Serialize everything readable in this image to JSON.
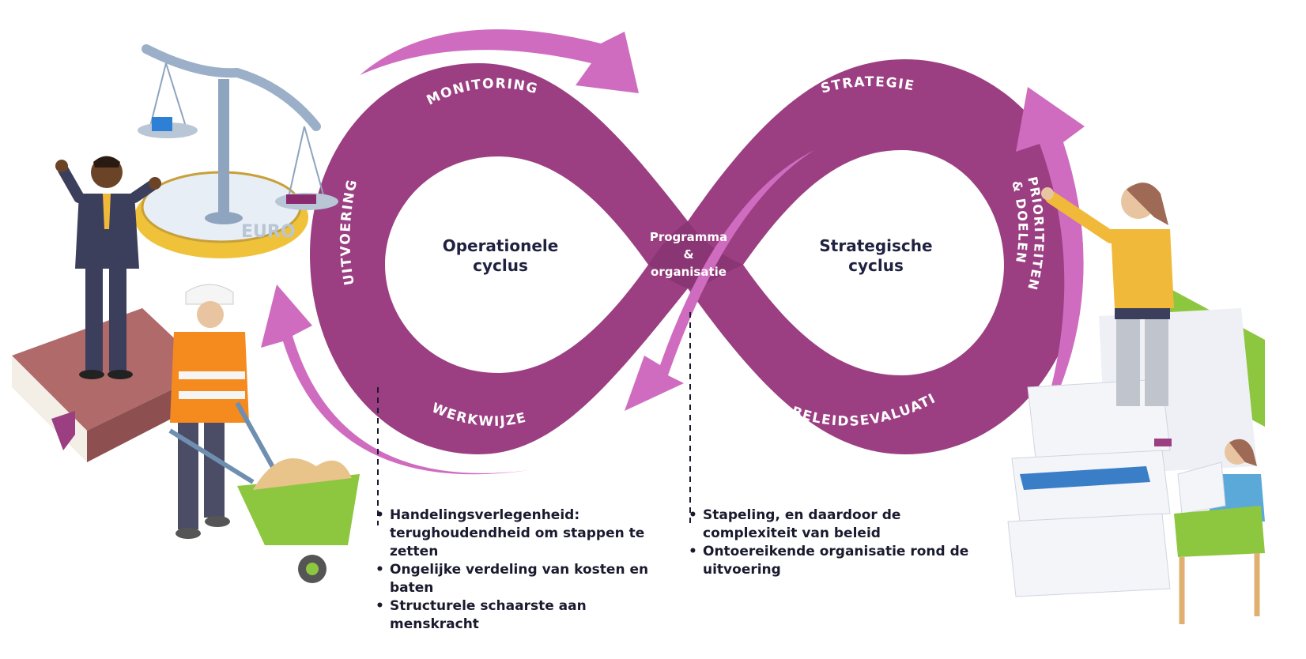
{
  "diagram": {
    "loop_labels": {
      "monitoring": "MONITORING",
      "uitvoering": "UITVOERING",
      "werkwijze": "WERKWIJZE",
      "strategie": "STRATEGIE",
      "prioriteiten_line1": "PRIORITEITEN",
      "prioriteiten_line2": "& DOELEN",
      "beleidsevaluatie": "BELEIDSEVALUATIE"
    },
    "left_cycle": {
      "line1": "Operationele",
      "line2": "cyclus"
    },
    "right_cycle": {
      "line1": "Strategische",
      "line2": "cyclus"
    },
    "center": {
      "line1": "Programma",
      "line2": "&",
      "line3": "organisatie"
    },
    "bullets_left": [
      "Handelingsverlegenheid: terughoudendheid om stappen te zetten",
      "Ongelijke verdeling van kosten en baten",
      "Structurele schaarste aan menskracht"
    ],
    "bullets_right": [
      "Stapeling, en daardoor de complexiteit van beleid",
      "Ontoereikende organisatie rond de uitvoering"
    ],
    "coin_text": "EURO",
    "colors": {
      "loop": "#9b3f82",
      "arrow": "#cf6cc0",
      "text_dark": "#1a1a2e"
    }
  }
}
